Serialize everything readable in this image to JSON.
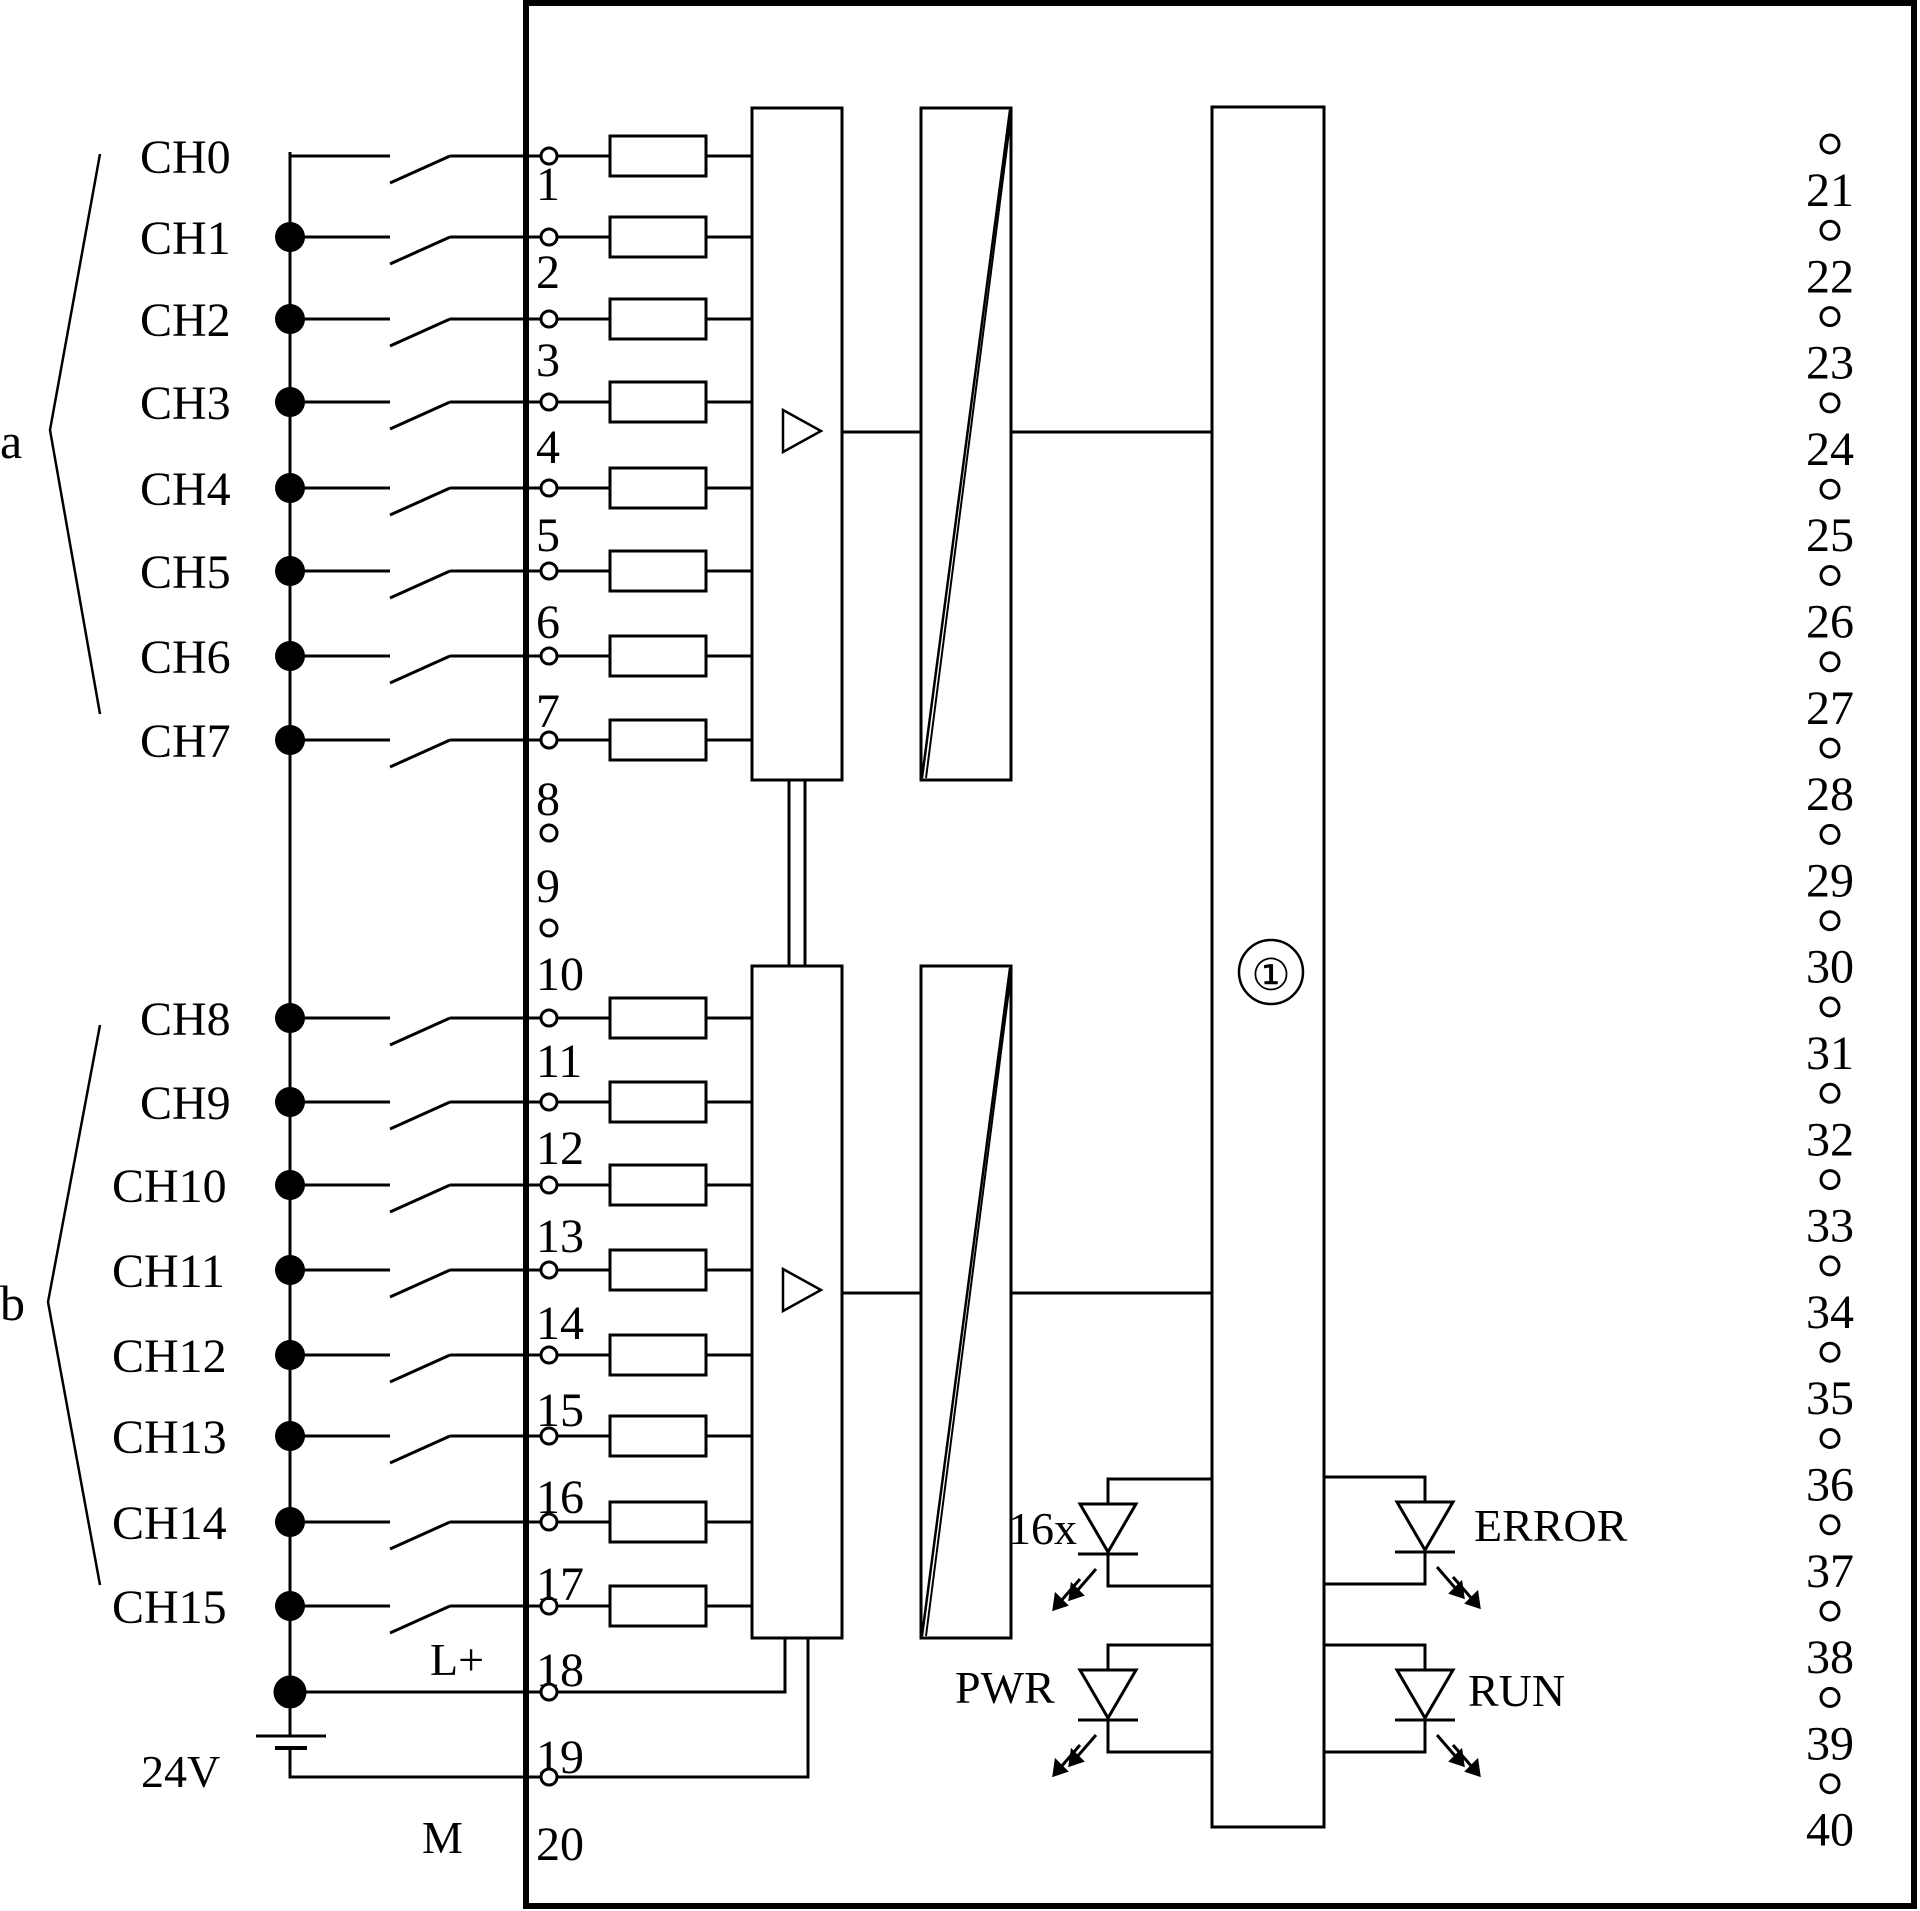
{
  "channels_group_a": [
    "CH0",
    "CH1",
    "CH2",
    "CH3",
    "CH4",
    "CH5",
    "CH6",
    "CH7"
  ],
  "channels_group_b": [
    "CH8",
    "CH9",
    "CH10",
    "CH11",
    "CH12",
    "CH13",
    "CH14",
    "CH15"
  ],
  "group_labels": {
    "a": "a",
    "b": "b"
  },
  "left_terminals": [
    "1",
    "2",
    "3",
    "4",
    "5",
    "6",
    "7",
    "8",
    "9",
    "10",
    "11",
    "12",
    "13",
    "14",
    "15",
    "16",
    "17",
    "18",
    "19",
    "20"
  ],
  "right_terminals": [
    "21",
    "22",
    "23",
    "24",
    "25",
    "26",
    "27",
    "28",
    "29",
    "30",
    "31",
    "32",
    "33",
    "34",
    "35",
    "36",
    "37",
    "38",
    "39",
    "40"
  ],
  "supply": {
    "voltage": "24V",
    "plus": "L+",
    "minus": "M"
  },
  "bus_label": "①",
  "leds": {
    "input_status": "16x",
    "power": "PWR",
    "error": "ERROR",
    "run": "RUN"
  }
}
